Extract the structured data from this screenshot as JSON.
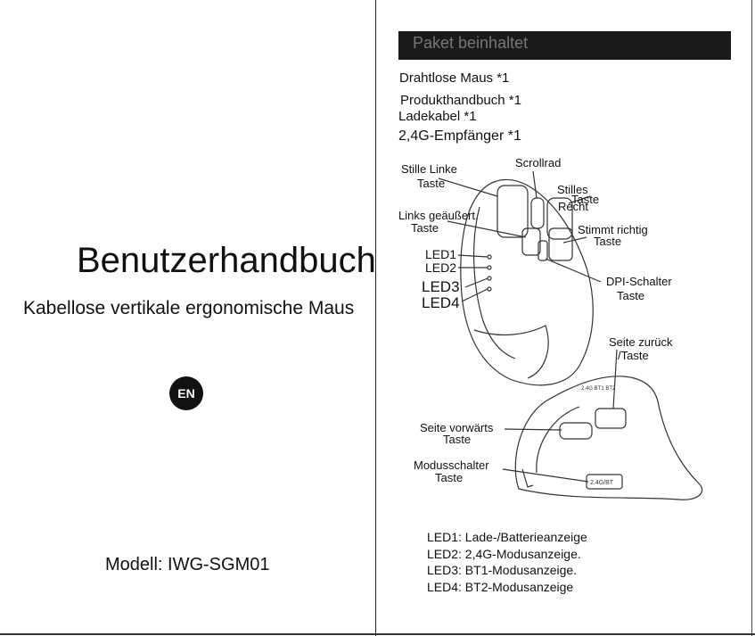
{
  "left_page": {
    "title": "Benutzerhandbuch",
    "subtitle": "Kabellose vertikale ergonomische Maus",
    "language_badge": "EN",
    "model": "Modell: IWG-SGM01"
  },
  "right_page": {
    "package_header": "Paket beinhaltet",
    "package_items": [
      "Drahtlose Maus *1",
      "Produkthandbuch *1",
      "Ladekabel *1",
      "2,4G-Empfänger *1"
    ],
    "callouts": {
      "left_button_1": "Stille Linke",
      "left_button_2": "Taste",
      "scroll": "Scrollrad",
      "right_button_1": "Stilles",
      "right_button_2": "Taste",
      "right_button_3": "Recht",
      "left_forward_1": "Links geäußert.",
      "left_forward_2": "Taste",
      "right_ok_1": "Stimmt richtig",
      "right_ok_2": "Taste",
      "led1": "LED1",
      "led2": "LED2",
      "led3": "LED3",
      "led4": "LED4",
      "dpi_1": "DPI-Schalter",
      "dpi_2": "Taste",
      "back_1": "Seite zurück",
      "back_2": "/Taste",
      "forward_1": "Seite vorwärts",
      "forward_2": "Taste",
      "mode_1": "Modusschalter",
      "mode_2": "Taste",
      "mouse_label_top": "2.4G BT1 BT2",
      "mouse_label_switch": "2.4G/BT"
    },
    "led_legend": [
      "LED1: Lade-/Batterieanzeige",
      "LED2: 2,4G-Modusanzeige.",
      "LED3: BT1-Modusanzeige.",
      "LED4: BT2-Modusanzeige"
    ]
  }
}
